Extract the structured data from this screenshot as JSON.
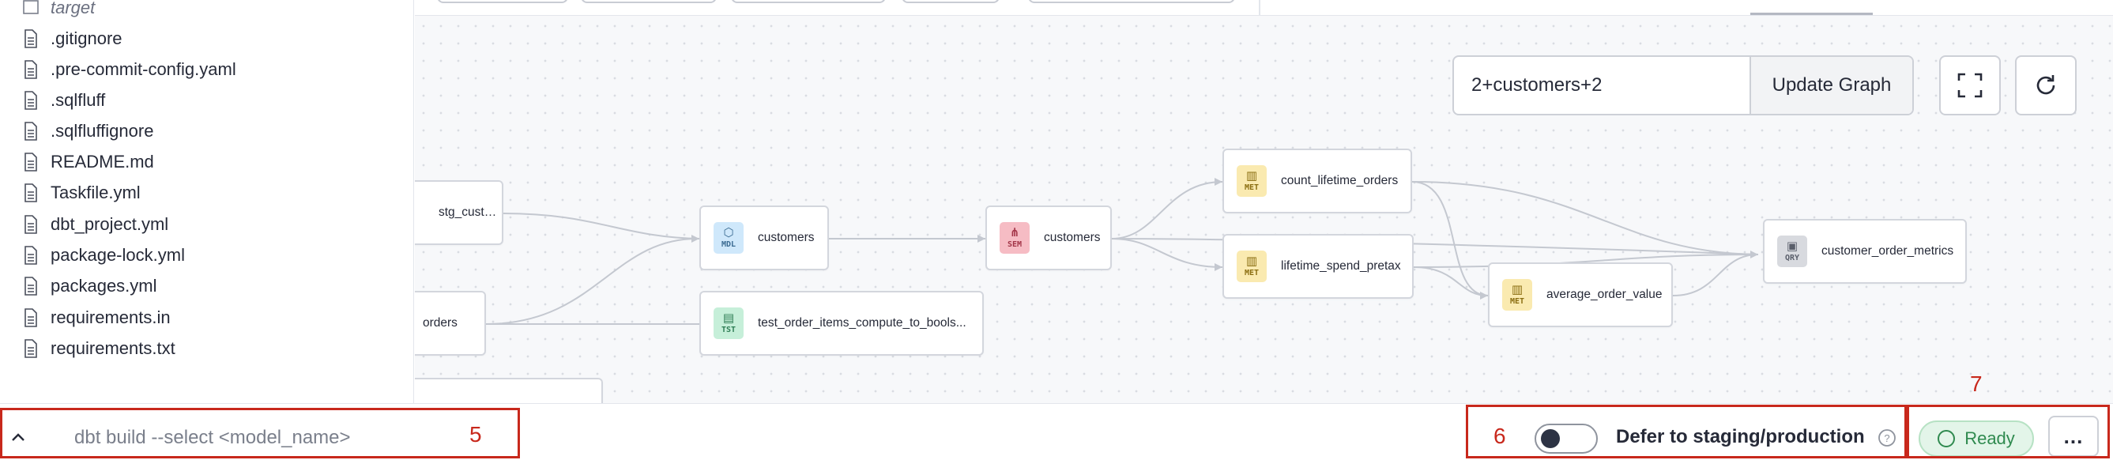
{
  "sidebar": {
    "items": [
      {
        "label": "target",
        "icon": "folder-icon",
        "muted": true
      },
      {
        "label": ".gitignore",
        "icon": "file-icon"
      },
      {
        "label": ".pre-commit-config.yaml",
        "icon": "file-icon"
      },
      {
        "label": ".sqlfluff",
        "icon": "file-icon"
      },
      {
        "label": ".sqlfluffignore",
        "icon": "file-icon"
      },
      {
        "label": "README.md",
        "icon": "file-icon"
      },
      {
        "label": "Taskfile.yml",
        "icon": "file-icon"
      },
      {
        "label": "dbt_project.yml",
        "icon": "file-icon"
      },
      {
        "label": "package-lock.yml",
        "icon": "file-icon"
      },
      {
        "label": "packages.yml",
        "icon": "file-icon"
      },
      {
        "label": "requirements.in",
        "icon": "file-icon"
      },
      {
        "label": "requirements.txt",
        "icon": "file-icon"
      }
    ]
  },
  "graph": {
    "selector_value": "2+customers+2",
    "update_label": "Update Graph",
    "fullscreen_icon": "fullscreen-icon",
    "refresh_icon": "refresh-icon",
    "nodes": [
      {
        "id": "stg_customers",
        "label": "stg_customers"
      },
      {
        "id": "orders",
        "label": "orders"
      },
      {
        "id": "customers_mdl",
        "label": "customers",
        "badge": "MDL",
        "badge_glyph": "⬡"
      },
      {
        "id": "test_order",
        "label": "test_order_items_compute_to_bools...",
        "badge": "TST",
        "badge_glyph": "▤"
      },
      {
        "id": "customers_sem",
        "label": "customers",
        "badge": "SEM",
        "badge_glyph": "⋔"
      },
      {
        "id": "count_lifetime_orders",
        "label": "count_lifetime_orders",
        "badge": "MET",
        "badge_glyph": "▥"
      },
      {
        "id": "lifetime_spend_pretax",
        "label": "lifetime_spend_pretax",
        "badge": "MET",
        "badge_glyph": "▥"
      },
      {
        "id": "average_order_value",
        "label": "average_order_value",
        "badge": "MET",
        "badge_glyph": "▥"
      },
      {
        "id": "customer_order_metrics",
        "label": "customer_order_metrics",
        "badge": "QRY",
        "badge_glyph": "▣"
      }
    ]
  },
  "bottom": {
    "command_placeholder": "dbt build --select <model_name>",
    "defer_label": "Defer to staging/production",
    "defer_enabled": false,
    "status_label": "Ready",
    "more_label": "...",
    "annotations": [
      "5",
      "6",
      "7"
    ]
  },
  "colors": {
    "annotation_red": "#c8281c",
    "ready_green": "#2f8a4f",
    "mdl": "#cfe8fb",
    "sem": "#f6bcc4",
    "met": "#faeab0",
    "tst": "#c6efd9",
    "qry": "#d8dadf"
  }
}
